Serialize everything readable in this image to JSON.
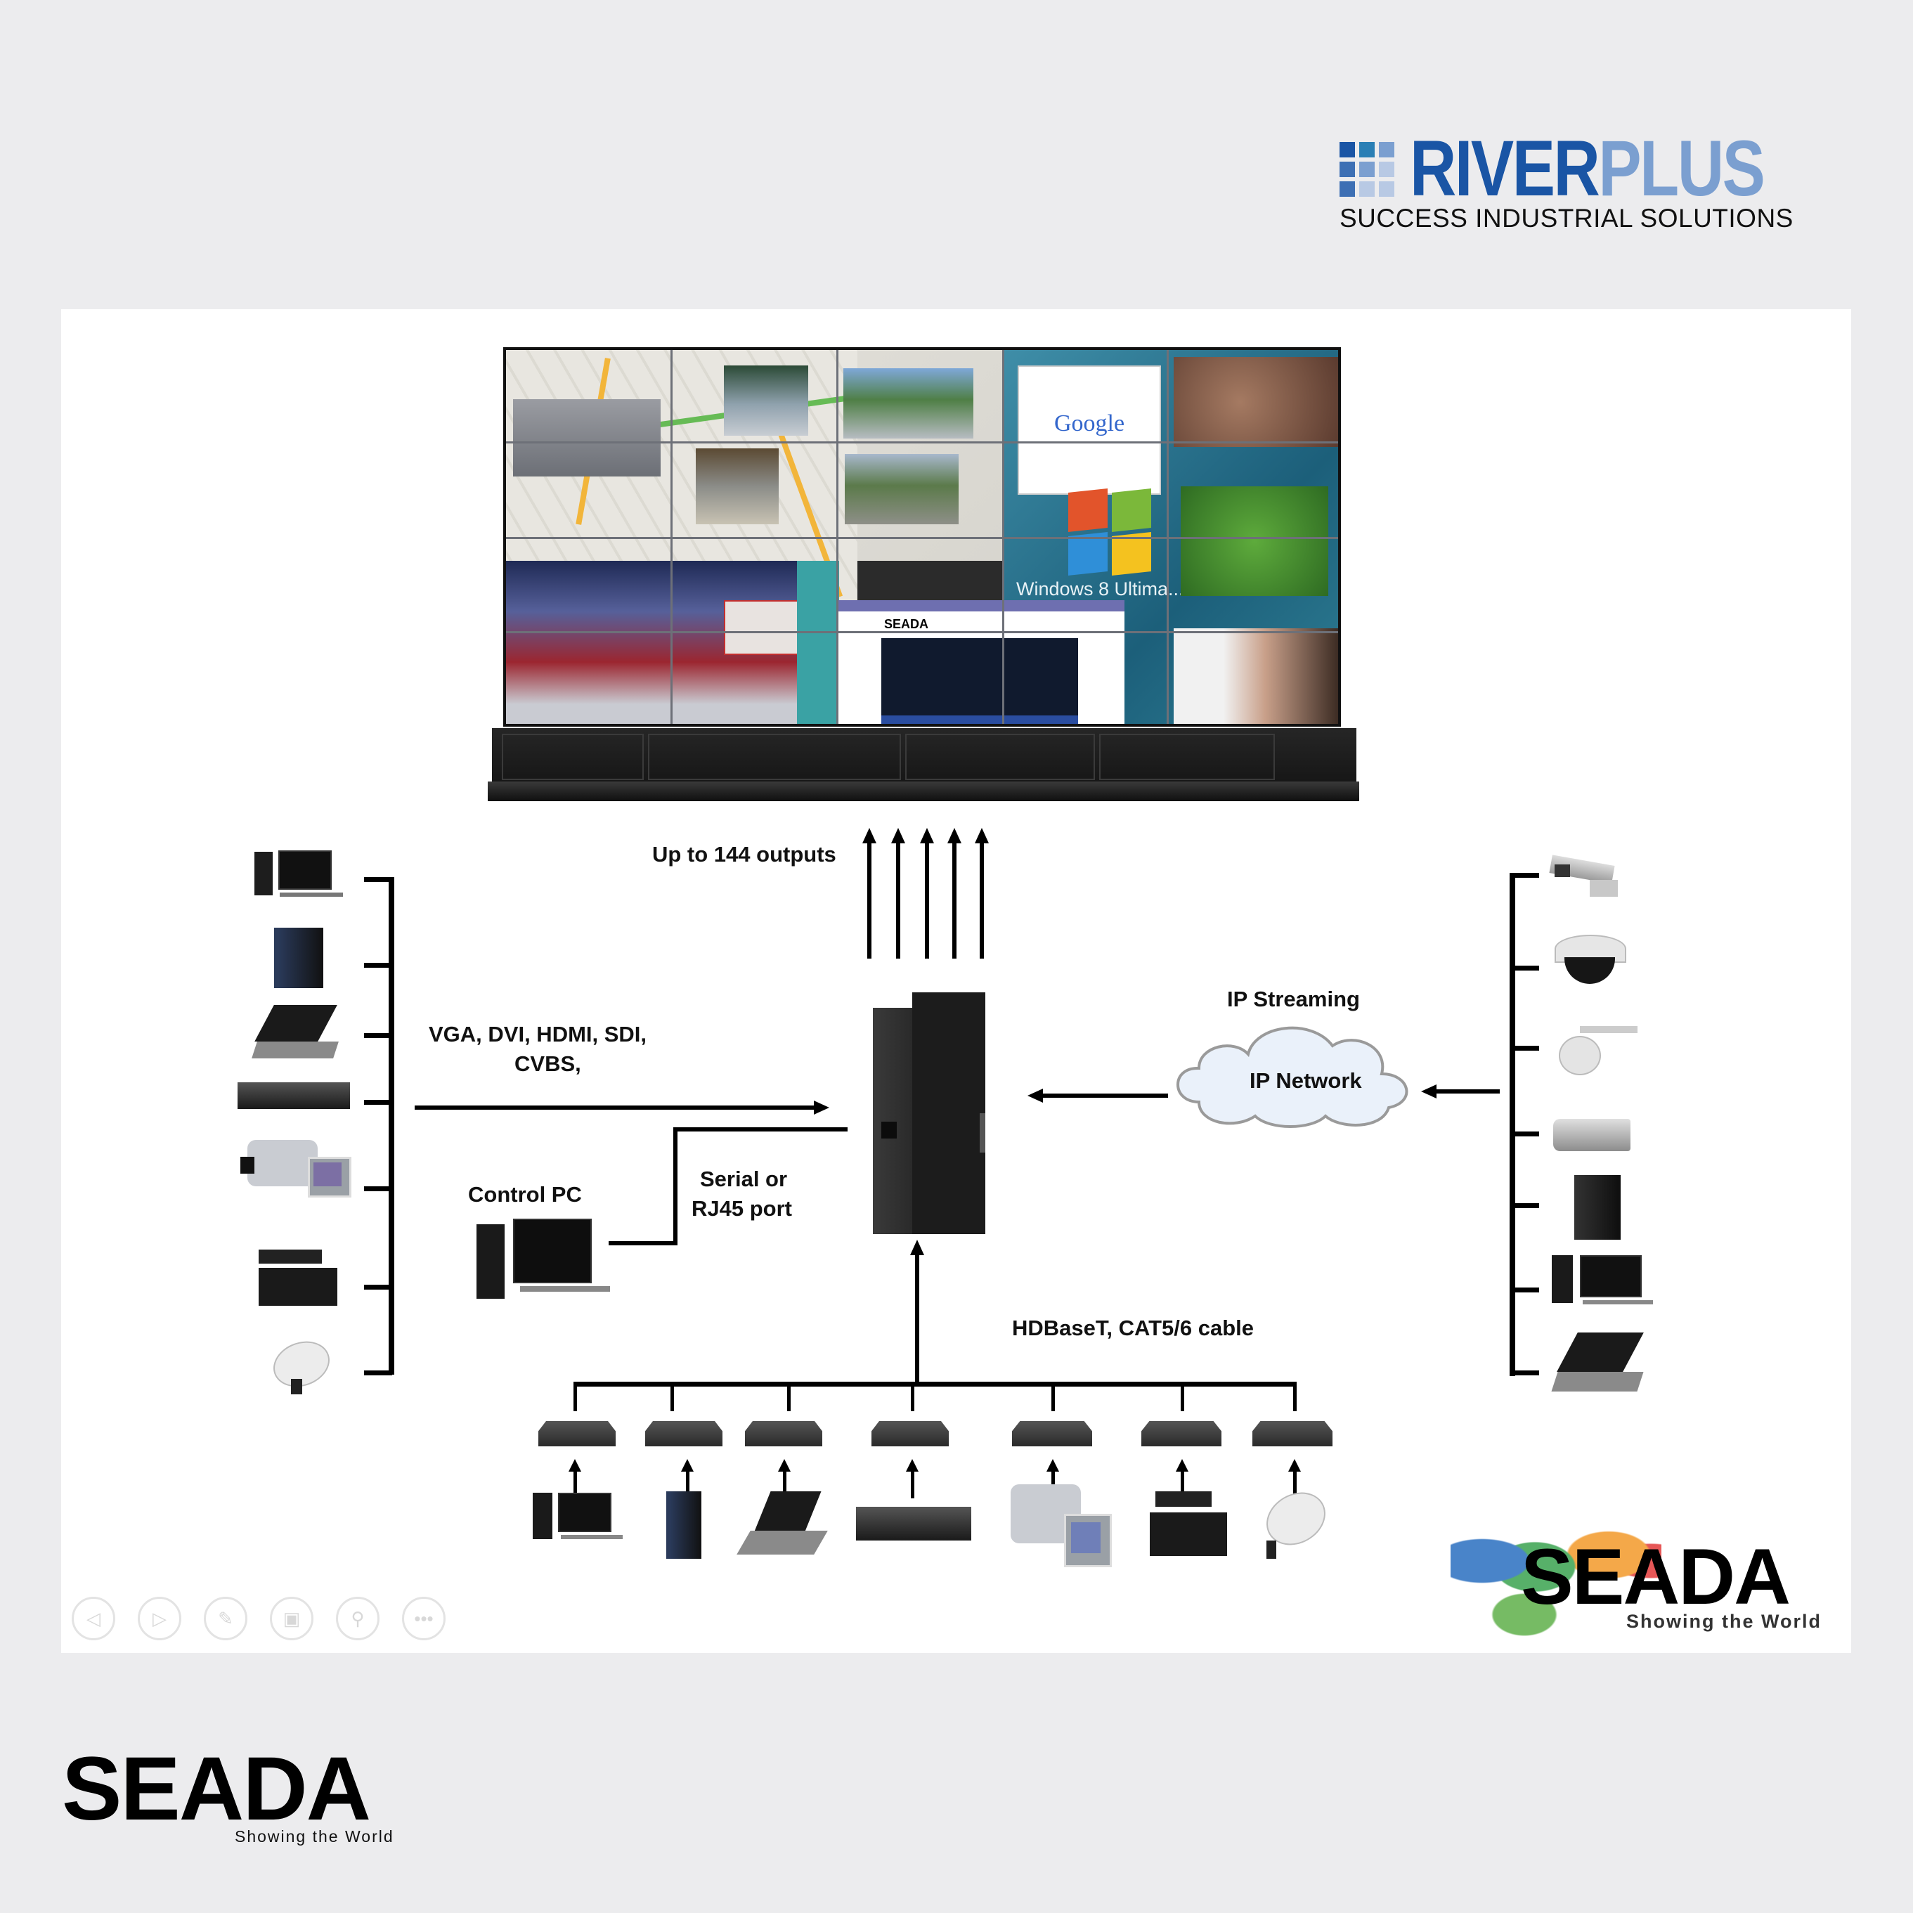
{
  "header": {
    "logo": {
      "brand_part1": "RIVER",
      "brand_part2": "PLUS",
      "tagline": "SUCCESS INDUSTRIAL SOLUTIONS",
      "colors": {
        "primary": "#1a55a5",
        "secondary": "#7b9fd0"
      }
    }
  },
  "diagram": {
    "video_wall": {
      "screens": [
        {
          "content": "traffic-map"
        },
        {
          "content": "highway-camera"
        },
        {
          "content": "google-search"
        },
        {
          "content": "flowers-photo"
        },
        {
          "content": "windows-desktop",
          "text": "Windows 8 Ultima..."
        },
        {
          "content": "grass-photo"
        },
        {
          "content": "news-studio"
        },
        {
          "content": "seada-website",
          "text": "SEADA"
        },
        {
          "content": "woman-headphones"
        }
      ]
    },
    "outputs_label": "Up to 144 outputs",
    "inputs_label_line1": "VGA, DVI, HDMI, SDI,",
    "inputs_label_line2": "CVBS,",
    "control_pc_label": "Control PC",
    "serial_label_line1": "Serial or",
    "serial_label_line2": "RJ45 port",
    "ip_streaming_label": "IP Streaming",
    "ip_network_label": "IP Network",
    "hdbaset_label": "HDBaseT, CAT5/6 cable",
    "left_sources": [
      "desktop-pc",
      "tower-pc",
      "laptop",
      "set-top-box",
      "camcorder",
      "pro-video-camera",
      "satellite-dish"
    ],
    "right_sources": [
      "bullet-ip-camera",
      "dome-camera",
      "ptz-camera",
      "box-camera",
      "tower-pc",
      "desktop-pc",
      "laptop"
    ],
    "bottom_sources": [
      "desktop-pc",
      "tower-pc",
      "laptop",
      "set-top-box",
      "camcorder",
      "pro-video-camera",
      "satellite-dish"
    ]
  },
  "slide_controls": [
    "previous",
    "next",
    "pen",
    "slides",
    "zoom",
    "more"
  ],
  "inner_logo": {
    "name": "SEADA",
    "tagline": "Showing the World"
  },
  "footer_logo": {
    "name": "SEADA",
    "tagline": "Showing the World"
  }
}
